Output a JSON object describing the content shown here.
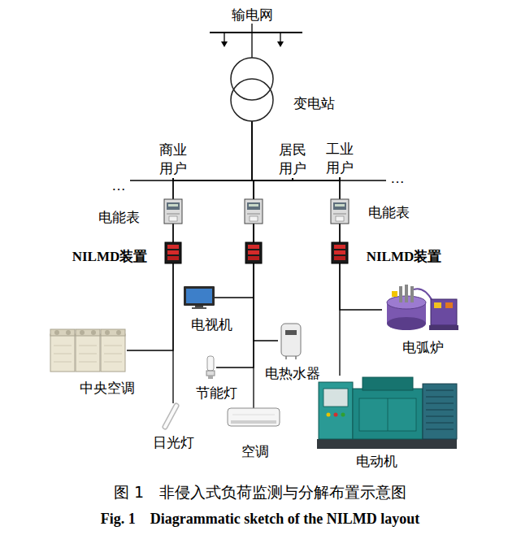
{
  "diagram": {
    "caption": "图 1　非侵入式负荷监测与分解布置示意图",
    "nodes": [
      {
        "text": [
          "输电网"
        ]
      },
      {
        "text": [
          "变电站"
        ]
      },
      {
        "text": [
          "商业 用户"
        ]
      },
      {
        "text": [
          "居民 用户"
        ]
      },
      {
        "text": [
          "工业 用户"
        ]
      },
      {
        "text": [
          "电视机"
        ]
      },
      {
        "text": [
          "电弧炉"
        ]
      },
      {
        "text": [
          "中央空调"
        ]
      },
      {
        "text": [
          "电热水器"
        ]
      },
      {
        "text": [
          "节能灯"
        ]
      },
      {
        "text": [
          "日光灯"
        ]
      },
      {
        "text": [
          "空调"
        ]
      },
      {
        "text": [
          "电动机"
        ]
      }
    ],
    "edges": [
      {
        "from": 0,
        "to": 1,
        "arrow": "none"
      },
      {
        "from": 1,
        "to": 2,
        "arrow": "none"
      },
      {
        "from": 1,
        "to": 3,
        "arrow": "none"
      },
      {
        "from": 1,
        "to": 4,
        "arrow": "none"
      },
      {
        "from": 2,
        "to": 7,
        "arrow": "none"
      },
      {
        "from": 2,
        "to": 10,
        "arrow": "none"
      },
      {
        "from": 3,
        "to": 5,
        "arrow": "none"
      },
      {
        "from": 3,
        "to": 8,
        "arrow": "none"
      },
      {
        "from": 3,
        "to": 9,
        "arrow": "none"
      },
      {
        "from": 3,
        "to": 11,
        "arrow": "none"
      },
      {
        "from": 4,
        "to": 6,
        "arrow": "none"
      },
      {
        "from": 4,
        "to": 12,
        "arrow": "none"
      }
    ],
    "labels": [
      "电能表",
      "电能表",
      "NILMD装置",
      "NILMD装置",
      "…",
      "…",
      "Fig. 1　Diagrammatic sketch of the NILMD layout"
    ]
  }
}
